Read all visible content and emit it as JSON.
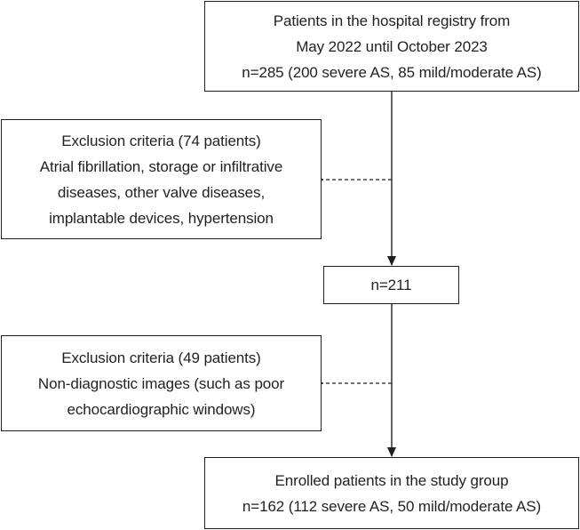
{
  "flowchart": {
    "registry": {
      "line1": "Patients in the hospital registry from",
      "line2": "May 2022 until October 2023",
      "line3": "n=285 (200 severe AS, 85 mild/moderate AS)"
    },
    "exclusion1": {
      "line1": "Exclusion criteria (74 patients)",
      "line2": "Atrial fibrillation, storage or infiltrative",
      "line3": "diseases, other valve diseases,",
      "line4": "implantable devices, hypertension"
    },
    "middle": {
      "line1": "n=211"
    },
    "exclusion2": {
      "line1": "Exclusion criteria (49 patients)",
      "line2": "Non-diagnostic images (such as poor",
      "line3": "echocardiographic windows)"
    },
    "enrolled": {
      "line1": "Enrolled patients in the study group",
      "line2": "n=162 (112 severe AS, 50 mild/moderate AS)"
    }
  },
  "colors": {
    "stroke": "#231f20",
    "text": "#231f20",
    "background": "#ffffff"
  }
}
